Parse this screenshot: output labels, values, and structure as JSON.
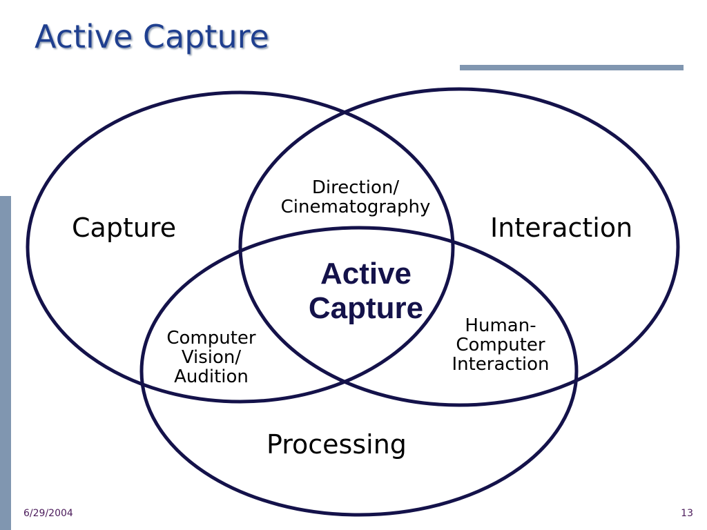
{
  "slide": {
    "title": "Active Capture",
    "date": "6/29/2004",
    "page_number": "13"
  },
  "diagram": {
    "circles": {
      "capture": "Capture",
      "interaction": "Interaction",
      "processing": "Processing"
    },
    "overlaps": {
      "capture_interaction": [
        "Direction/",
        "Cinematography"
      ],
      "capture_processing": [
        "Computer",
        "Vision/",
        "Audition"
      ],
      "interaction_processing": [
        "Human-",
        "Computer",
        "Interaction"
      ],
      "center": [
        "Active",
        "Capture"
      ]
    },
    "colors": {
      "outline": "#14124a",
      "title": "#1f3f8f",
      "accent_bar": "#8096b0"
    }
  }
}
